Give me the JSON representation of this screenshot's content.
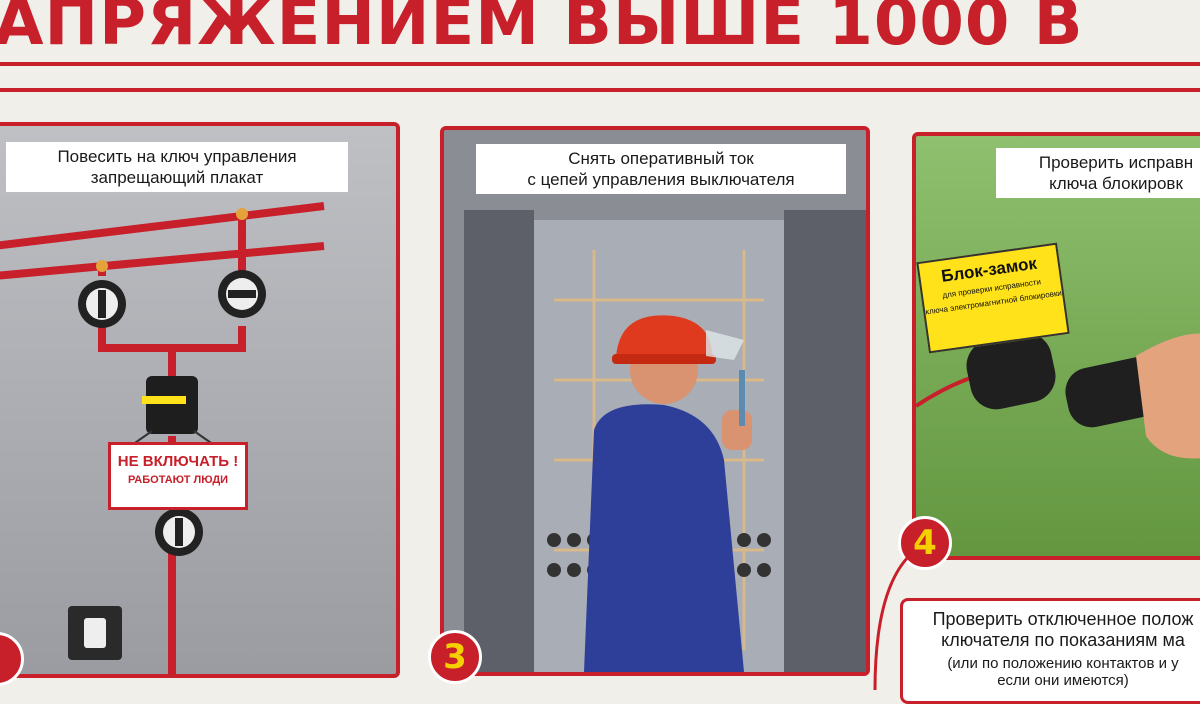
{
  "poster": {
    "title": "АПРЯЖЕНИЕМ ВЫШЕ 1000 В",
    "accent_color": "#c8202a",
    "badge_text_color": "#f5d000"
  },
  "panels": [
    {
      "caption_line1": "Повесить на ключ управления",
      "caption_line2": "запрещающий плакат",
      "sign_top": "НЕ ВКЛЮЧАТЬ !",
      "sign_bottom": "РАБОТАЮТ ЛЮДИ"
    },
    {
      "caption_line1": "Снять оперативный ток",
      "caption_line2": "с цепей управления выключателя",
      "step": "3"
    },
    {
      "caption_line1": "Проверить исправн",
      "caption_line2": "ключа блокировк",
      "step": "4",
      "label_big": "Блок-замок",
      "label_small1": "для проверки исправности",
      "label_small2": "ключа электромагнитной блокировки"
    }
  ],
  "next_step": {
    "line1": "Проверить отключенное полож",
    "line2": "ключателя по показаниям ма",
    "line3": "(или по положению контактов и у",
    "line4": "если они имеются)"
  },
  "icons": [
    "switch-icon",
    "worker-icon",
    "key-lock-icon"
  ]
}
